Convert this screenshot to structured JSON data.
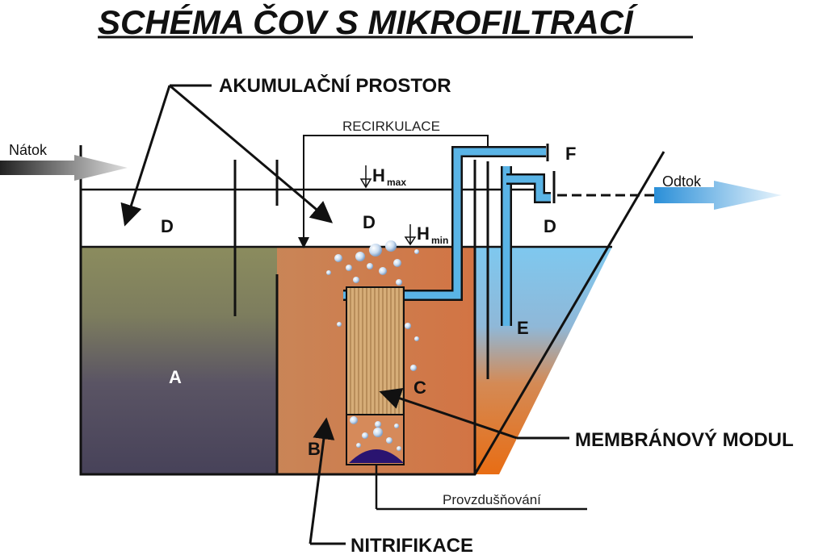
{
  "title": "SCHÉMA  ČOV S MIKROFILTRACÍ",
  "labels": {
    "akumulacni_prostor": "AKUMULAČNÍ PROSTOR",
    "recirkulace": "RECIRKULACE",
    "natok": "Nátok",
    "odtok": "Odtok",
    "h_symbol": "H",
    "h_max_sub": "max",
    "h_min_sub": "min",
    "d_left": "D",
    "d_middle": "D",
    "d_right": "D",
    "a": "A",
    "b": "B",
    "c": "C",
    "e": "E",
    "f": "F",
    "membranovy_modul": "MEMBRÁNOVÝ MODUL",
    "provzdusnovani": "Provzdušňování",
    "nitrifikace": "NITRIFIKACE"
  },
  "colors": {
    "tank_a_top": "#8b8c5e",
    "tank_a_bottom": "#4a4560",
    "tank_b": "#d97a4a",
    "tank_e_top": "#7cc6ee",
    "tank_e_bottom": "#e5701d",
    "pipe": "#5ab4e6",
    "membrane": "#d2a870",
    "diffuser": "#2a1470",
    "flow_arrow_blue": "#3aa7e8",
    "flow_arrow_dark": "#333333"
  }
}
